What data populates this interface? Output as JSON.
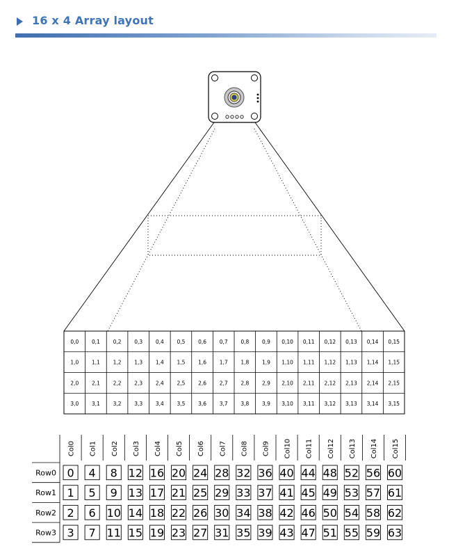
{
  "header": {
    "title": "16 x 4 Array layout"
  },
  "grid": {
    "rows": 4,
    "cols": 16
  },
  "index_table": {
    "col_labels": [
      "Col0",
      "Col1",
      "Col2",
      "Col3",
      "Col4",
      "Col5",
      "Col6",
      "Col7",
      "Col8",
      "Col9",
      "Col10",
      "Col11",
      "Col12",
      "Col13",
      "Col14",
      "Col15"
    ],
    "row_labels": [
      "Row0",
      "Row1",
      "Row2",
      "Row3"
    ]
  }
}
